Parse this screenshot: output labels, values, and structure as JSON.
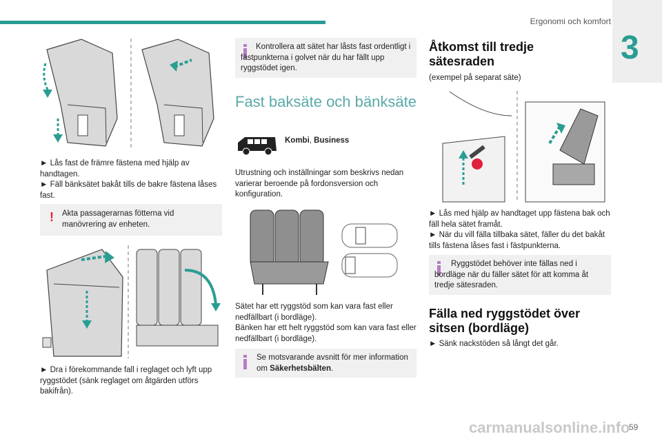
{
  "header": {
    "title": "Ergonomi och komfort",
    "chapter": "3",
    "page": "59"
  },
  "col1": {
    "step1": "► Lås fast de främre fästena med hjälp av handtagen.",
    "step2": "► Fäll bänksätet bakåt tills de bakre fästena låses fast.",
    "warning": "Akta passagerarnas fötterna vid manövrering av enheten.",
    "step3": "► Dra i förekommande fall i reglaget och lyft upp ryggstödet (sänk reglaget om åtgärden utförs bakifrån)."
  },
  "col2": {
    "info1": "Kontrollera att sätet har låsts fast ordentligt i fästpunkterna i golvet när du har fällt upp ryggstödet igen.",
    "section_title": "Fast baksäte och bänksäte",
    "versions_a": "Kombi",
    "versions_sep": ", ",
    "versions_b": "Business",
    "intro": "Utrustning och inställningar som beskrivs nedan varierar beroende på fordonsversion och konfiguration.",
    "para1": "Sätet har ett ryggstöd som kan vara fast eller nedfällbart (i bordläge).",
    "para2": "Bänken har ett helt ryggstöd som kan vara fast eller nedfällbart (i bordläge).",
    "info2_pre": "Se motsvarande avsnitt för mer information om ",
    "info2_bold": "Säkerhetsbälten",
    "info2_post": "."
  },
  "col3": {
    "title": "Åtkomst till tredje sätesraden",
    "subtitle": "(exempel på separat säte)",
    "step1": "► Lås med hjälp av handtaget upp fästena bak och fäll hela sätet framåt.",
    "step2": "► När du vill fälla tillbaka sätet, fäller du det bakåt tills fästena låses fast i fästpunkterna.",
    "info": "Ryggstödet behöver inte fällas ned i bordläge när du fäller sätet för att komma åt tredje sätesraden.",
    "title2": "Fälla ned ryggstödet över sitsen (bordläge)",
    "step3": "► Sänk nackstöden så långt det går."
  },
  "footer": {
    "watermark": "carmanualsonline.info"
  },
  "colors": {
    "accent": "#2a9d93",
    "warning": "#e0203c",
    "info": "#b57cc4"
  }
}
